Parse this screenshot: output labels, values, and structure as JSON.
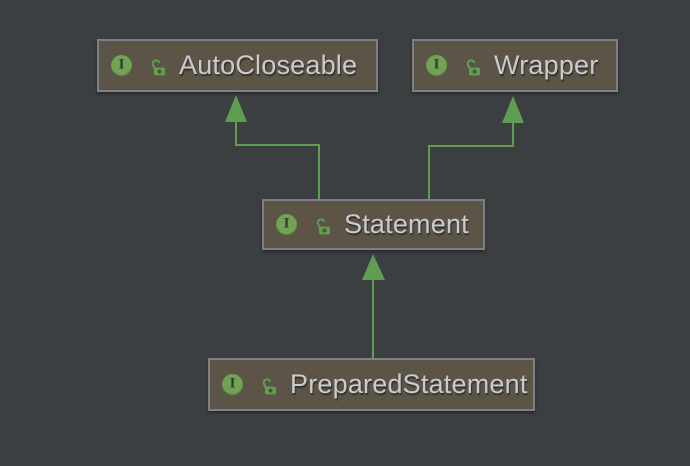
{
  "diagram": {
    "nodes": [
      {
        "id": "autocloseable",
        "label": "AutoCloseable",
        "kind": "interface",
        "visibility": "public"
      },
      {
        "id": "wrapper",
        "label": "Wrapper",
        "kind": "interface",
        "visibility": "public"
      },
      {
        "id": "statement",
        "label": "Statement",
        "kind": "interface",
        "visibility": "public"
      },
      {
        "id": "preparedstatement",
        "label": "PreparedStatement",
        "kind": "interface",
        "visibility": "public"
      }
    ],
    "edges": [
      {
        "from": "Statement",
        "to": "AutoCloseable",
        "relation": "extends"
      },
      {
        "from": "Statement",
        "to": "Wrapper",
        "relation": "extends"
      },
      {
        "from": "PreparedStatement",
        "to": "Statement",
        "relation": "extends"
      }
    ],
    "icons": {
      "interface_badge_letter": "I",
      "visibility_icon": "unlocked-padlock"
    },
    "colors": {
      "background": "#3c3f41",
      "node_fill": "#5c5547",
      "node_border": "#7d8084",
      "label": "#c9cbcd",
      "edge": "#5f9e52",
      "icon_circle": "#72a354",
      "lock": "#5da14d",
      "lock_hole": "#564f41"
    }
  }
}
